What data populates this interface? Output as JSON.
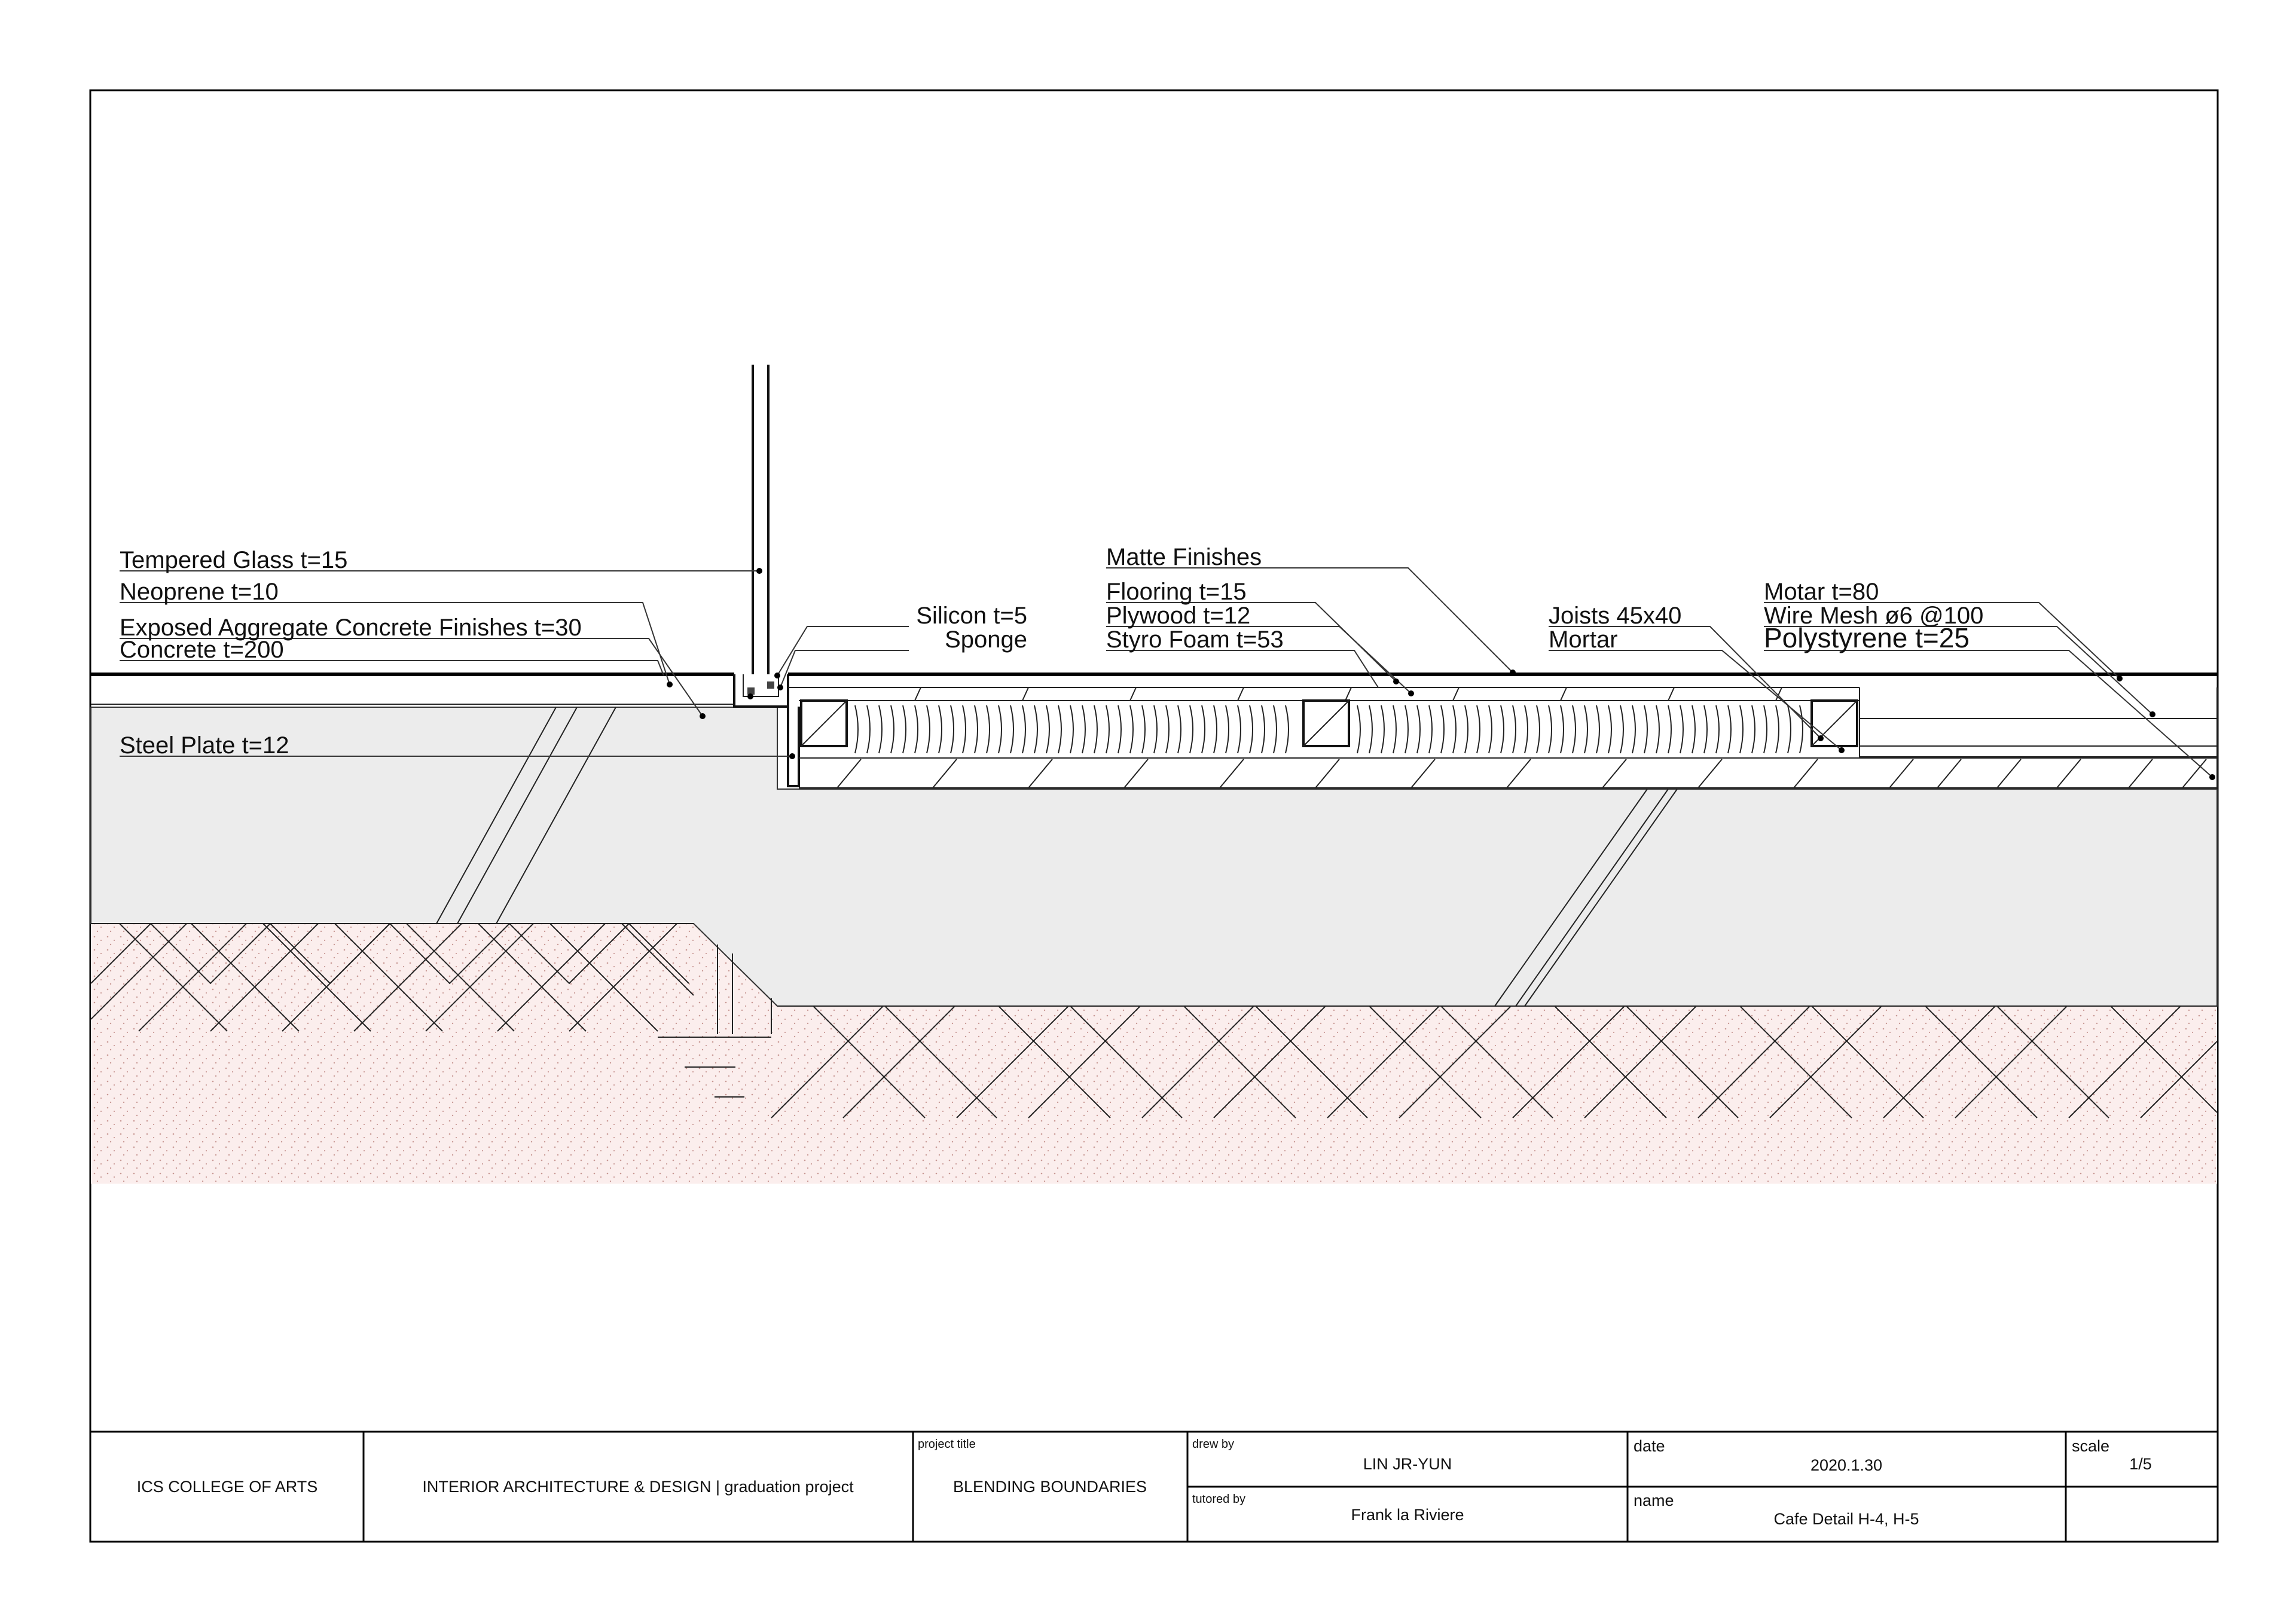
{
  "labels": {
    "tempered_glass": "Tempered Glass t=15",
    "neoprene": "Neoprene t=10",
    "exposed_aggregate": "Exposed Aggregate Concrete Finishes t=30",
    "concrete": "Concrete t=200",
    "steel_plate": "Steel Plate t=12",
    "silicon": "Silicon t=5",
    "sponge": "Sponge",
    "matte_finishes": "Matte Finishes",
    "flooring": "Flooring t=15",
    "plywood": "Plywood t=12",
    "styro_foam": "Styro Foam t=53",
    "joists": "Joists 45x40",
    "mortar": "Mortar",
    "motar": "Motar t=80",
    "wire_mesh": "Wire Mesh ø6 @100",
    "polystyrene": "Polystyrene t=25"
  },
  "title_block": {
    "school": "ICS COLLEGE OF ARTS",
    "department": "INTERIOR ARCHITECTURE & DESIGN | graduation project",
    "project_title_label": "project title",
    "project_title": "BLENDING BOUNDARIES",
    "drew_by_label": "drew by",
    "drew_by": "LIN JR-YUN",
    "tutored_by_label": "tutored by",
    "tutored_by": "Frank la Riviere",
    "date_label": "date",
    "date": "2020.1.30",
    "name_label": "name",
    "name": "Cafe Detail H-4, H-5",
    "scale_label": "scale",
    "scale": "1/5"
  },
  "colors": {
    "concrete_fill": "#ececec",
    "soil_fill": "#fbeeed",
    "line": "#111111"
  }
}
